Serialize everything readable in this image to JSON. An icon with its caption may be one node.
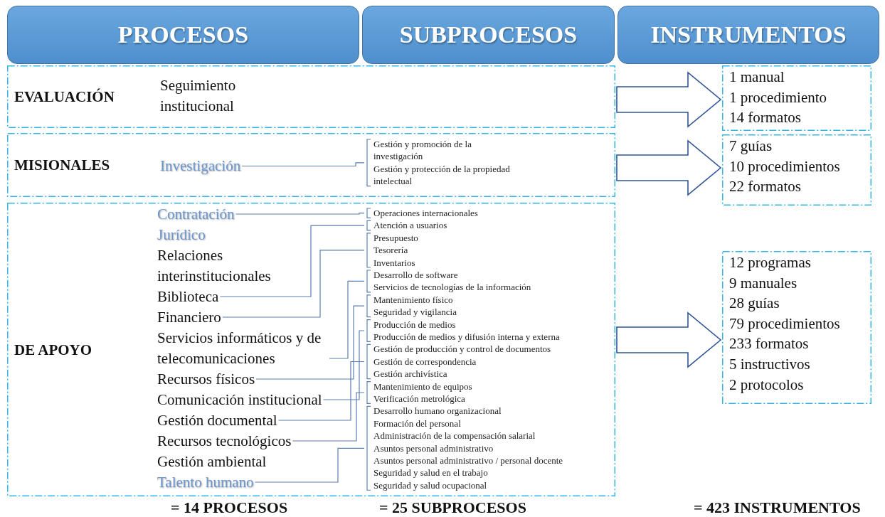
{
  "diagram": {
    "nodes": [
      {
        "text": [
          "PROCESOS"
        ]
      },
      {
        "text": [
          "SUBPROCESOS"
        ]
      },
      {
        "text": [
          "INSTRUMENTOS"
        ]
      },
      {
        "text": [
          "EVALUACIÓN"
        ]
      },
      {
        "text": [
          "Seguimiento institucional"
        ],
        "in": 3
      },
      {
        "text": [
          "1 manual",
          "1 procedimiento",
          "14 formatos"
        ]
      },
      {
        "text": [
          "MISIONALES"
        ]
      },
      {
        "text": [
          "Investigación"
        ],
        "in": 6
      },
      {
        "text": [
          "Gestión y promoción de la investigación",
          "Gestión y protección de la propiedad intelectual"
        ],
        "in": 6
      },
      {
        "text": [
          "7 guías",
          "10 procedimientos",
          "22 formatos"
        ]
      },
      {
        "text": [
          "DE APOYO"
        ]
      },
      {
        "text": [
          "Contratación"
        ],
        "in": 10
      },
      {
        "text": [
          "Jurídico"
        ],
        "in": 10
      },
      {
        "text": [
          "Relaciones interinstitucionales"
        ],
        "in": 10
      },
      {
        "text": [
          "Biblioteca"
        ],
        "in": 10
      },
      {
        "text": [
          "Financiero"
        ],
        "in": 10
      },
      {
        "text": [
          "Servicios informáticos y de telecomunicaciones"
        ],
        "in": 10
      },
      {
        "text": [
          "Recursos físicos"
        ],
        "in": 10
      },
      {
        "text": [
          "Comunicación institucional"
        ],
        "in": 10
      },
      {
        "text": [
          "Gestión documental"
        ],
        "in": 10
      },
      {
        "text": [
          "Recursos tecnológicos"
        ],
        "in": 10
      },
      {
        "text": [
          "Gestión ambiental"
        ],
        "in": 10
      },
      {
        "text": [
          "Talento humano"
        ],
        "in": 10
      },
      {
        "text": [
          "Operaciones internacionales"
        ],
        "in": 10
      },
      {
        "text": [
          "Atención a usuarios"
        ],
        "in": 10
      },
      {
        "text": [
          "Presupuesto",
          "Tesorería",
          "Inventarios"
        ],
        "in": 10
      },
      {
        "text": [
          "Desarrollo de software",
          "Servicios de tecnologías de la información"
        ],
        "in": 10
      },
      {
        "text": [
          "Mantenimiento físico",
          "Seguridad y vigilancia"
        ],
        "in": 10
      },
      {
        "text": [
          "Producción de medios",
          "Producción de medios y difusión interna y externa"
        ],
        "in": 10
      },
      {
        "text": [
          "Gestión de producción y control de documentos",
          "Gestión de correspondencia",
          "Gestión archivística"
        ],
        "in": 10
      },
      {
        "text": [
          "Mantenimiento de equipos",
          "Verificación metrológica"
        ],
        "in": 10
      },
      {
        "text": [
          "Desarrollo humano organizacional",
          "Formación del personal",
          "Administración de la compensación salarial",
          "Asuntos personal administrativo",
          "Asuntos personal administrativo / personal docente",
          "Seguridad y salud en el trabajo",
          "Seguridad y salud ocupacional"
        ],
        "in": 10
      },
      {
        "text": [
          "12 programas",
          "9 manuales",
          "28 guías",
          "79 procedimientos",
          "233 formatos",
          "5 instructivos",
          "2 protocolos"
        ]
      }
    ],
    "edges": [
      {
        "from": 7,
        "to": 8,
        "arrow": "none"
      },
      {
        "from": 11,
        "to": 23,
        "arrow": "none"
      },
      {
        "from": 14,
        "to": 24,
        "arrow": "none"
      },
      {
        "from": 15,
        "to": 25,
        "arrow": "none"
      },
      {
        "from": 16,
        "to": 26,
        "arrow": "none"
      },
      {
        "from": 17,
        "to": 27,
        "arrow": "none"
      },
      {
        "from": 18,
        "to": 28,
        "arrow": "none"
      },
      {
        "from": 19,
        "to": 29,
        "arrow": "none"
      },
      {
        "from": 20,
        "to": 30,
        "arrow": "none"
      },
      {
        "from": 22,
        "to": 31,
        "arrow": "none"
      },
      {
        "from": 3,
        "to": 5,
        "arrow": "to",
        "style": "thick"
      },
      {
        "from": 6,
        "to": 9,
        "arrow": "to",
        "style": "thick"
      },
      {
        "from": 10,
        "to": 32,
        "arrow": "to",
        "style": "thick"
      }
    ],
    "labels": [
      "= 14 PROCESOS",
      "= 25 SUBPROCESOS",
      "= 423 INSTRUMENTOS"
    ]
  }
}
